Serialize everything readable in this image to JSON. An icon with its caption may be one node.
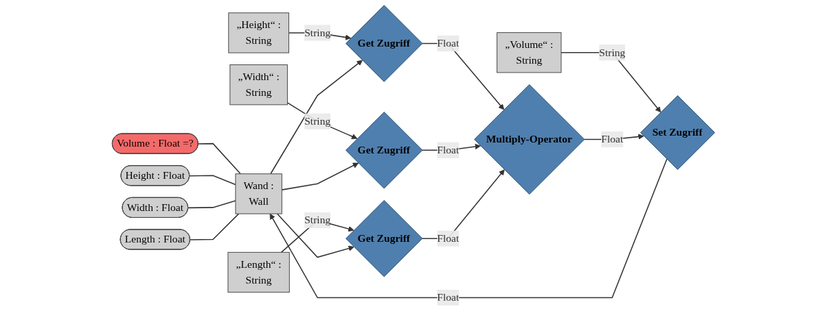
{
  "diagram": {
    "nodes": [
      {
        "text": [
          "Volume : Float =?"
        ]
      },
      {
        "text": [
          "Height : Float"
        ]
      },
      {
        "text": [
          "Width : Float"
        ]
      },
      {
        "text": [
          "Length : Float"
        ]
      },
      {
        "text": [
          "Wand :",
          "Wall"
        ]
      },
      {
        "text": [
          "„Volume“ :",
          "String"
        ]
      },
      {
        "text": [
          "Set Zugriff"
        ]
      },
      {
        "text": [
          "„Height“ :",
          "String"
        ]
      },
      {
        "text": [
          "Get Zugriff"
        ]
      },
      {
        "text": [
          "„Width“ :",
          "String"
        ]
      },
      {
        "text": [
          "Get Zugriff"
        ]
      },
      {
        "text": [
          "„Length“ :",
          "String"
        ]
      },
      {
        "text": [
          "Get Zugriff"
        ]
      },
      {
        "text": [
          "Multiply-Operator"
        ]
      }
    ],
    "edges": [
      {
        "from": 0,
        "to": 4,
        "arrow": "none"
      },
      {
        "from": 1,
        "to": 4,
        "arrow": "none"
      },
      {
        "from": 2,
        "to": 4,
        "arrow": "none"
      },
      {
        "from": 3,
        "to": 4,
        "arrow": "none"
      },
      {
        "from": 6,
        "to": 4,
        "arrow": "to",
        "label": "Float"
      },
      {
        "from": 5,
        "to": 6,
        "arrow": "to",
        "label": "String"
      },
      {
        "from": 13,
        "to": 6,
        "arrow": "to",
        "label": "Float"
      },
      {
        "from": 7,
        "to": 8,
        "arrow": "to",
        "label": "String"
      },
      {
        "from": 4,
        "to": 8,
        "arrow": "to"
      },
      {
        "from": 9,
        "to": 10,
        "arrow": "to",
        "label": "String"
      },
      {
        "from": 4,
        "to": 10,
        "arrow": "to"
      },
      {
        "from": 11,
        "to": 12,
        "arrow": "to",
        "label": "String"
      },
      {
        "from": 4,
        "to": 12,
        "arrow": "to"
      },
      {
        "from": 8,
        "to": 13,
        "arrow": "to",
        "label": "Float"
      },
      {
        "from": 10,
        "to": 13,
        "arrow": "to",
        "label": "Float"
      },
      {
        "from": 12,
        "to": 13,
        "arrow": "to",
        "label": "Float"
      }
    ]
  }
}
